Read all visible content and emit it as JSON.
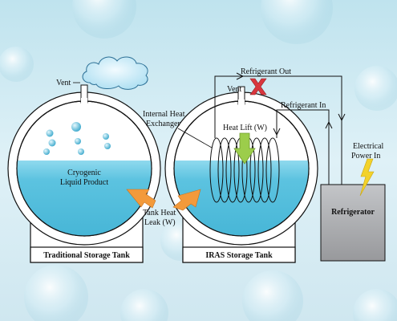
{
  "labels": {
    "vent_left": "Vent",
    "cryogenic_line1": "Cryogenic",
    "cryogenic_line2": "Liquid Product",
    "tank_heat_leak_line1": "Tank Heat",
    "tank_heat_leak_line2": "Leak (W)",
    "internal_hx_line1": "Internal Heat",
    "internal_hx_line2": "Exchanger",
    "vent_right": "Vent",
    "refrigerant_out": "Refrigerant Out",
    "refrigerant_in": "Refrigerant In",
    "heat_lift": "Heat Lift (W)",
    "electrical_line1": "Electrical",
    "electrical_line2": "Power In",
    "refrigerator": "Refrigerator",
    "traditional_tank": "Traditional Storage Tank",
    "iras_tank": "IRAS Storage Tank"
  },
  "colors": {
    "liquid": "#5cc3e0",
    "liquid_top": "#8fd9ee",
    "heat_arrow": "#f39a3b",
    "heat_lift_arrow": "#9ccd4b",
    "lightning": "#f3d22a",
    "vent_blocked": "#d9363e",
    "refrigerator_box": "#a7a9ac"
  }
}
